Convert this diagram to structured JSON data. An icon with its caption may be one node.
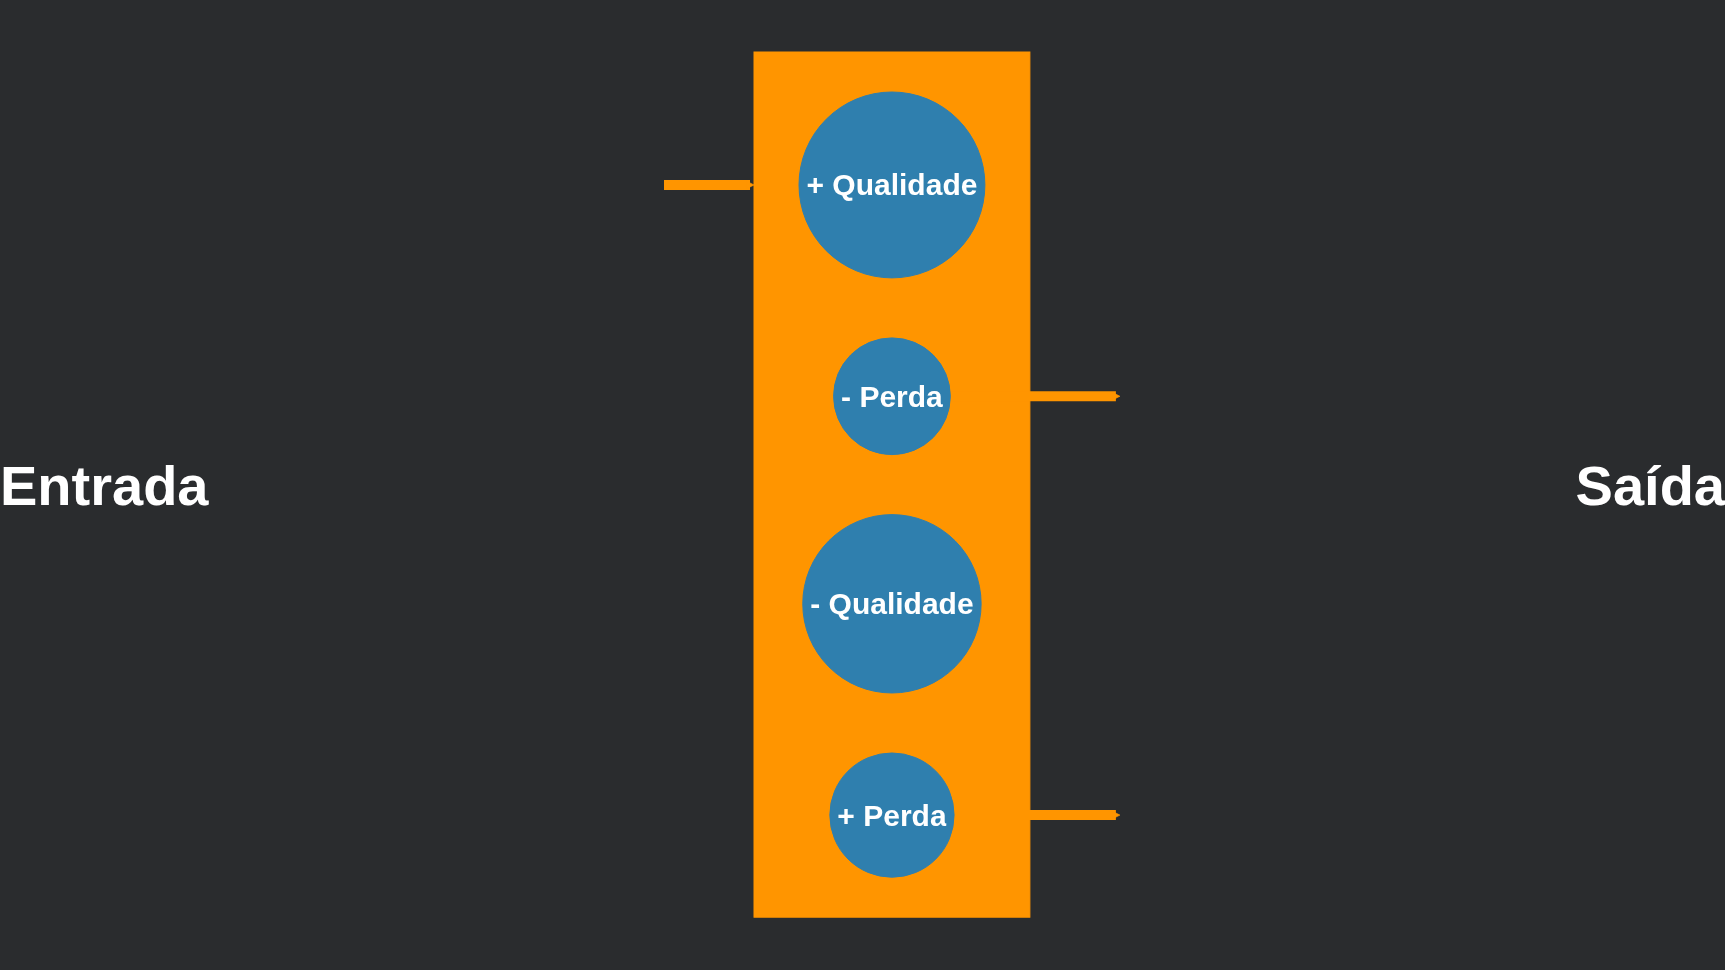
{
  "diagram": {
    "nodes": [
      {
        "text": [],
        "shape": "box"
      },
      {
        "text": [
          "+ Qualidade"
        ],
        "in": 0
      },
      {
        "text": [
          "- Perda"
        ],
        "in": 0
      },
      {
        "text": [
          "- Qualidade"
        ],
        "in": 0
      },
      {
        "text": [
          "+ Perda"
        ],
        "in": 0
      }
    ],
    "edges": [
      {
        "from": null,
        "to": 0,
        "arrow": "to"
      },
      {
        "from": 2,
        "to": null,
        "arrow": "to"
      },
      {
        "from": 4,
        "to": null,
        "arrow": "to"
      }
    ],
    "labels": [
      "Entrada",
      "Saída"
    ]
  }
}
